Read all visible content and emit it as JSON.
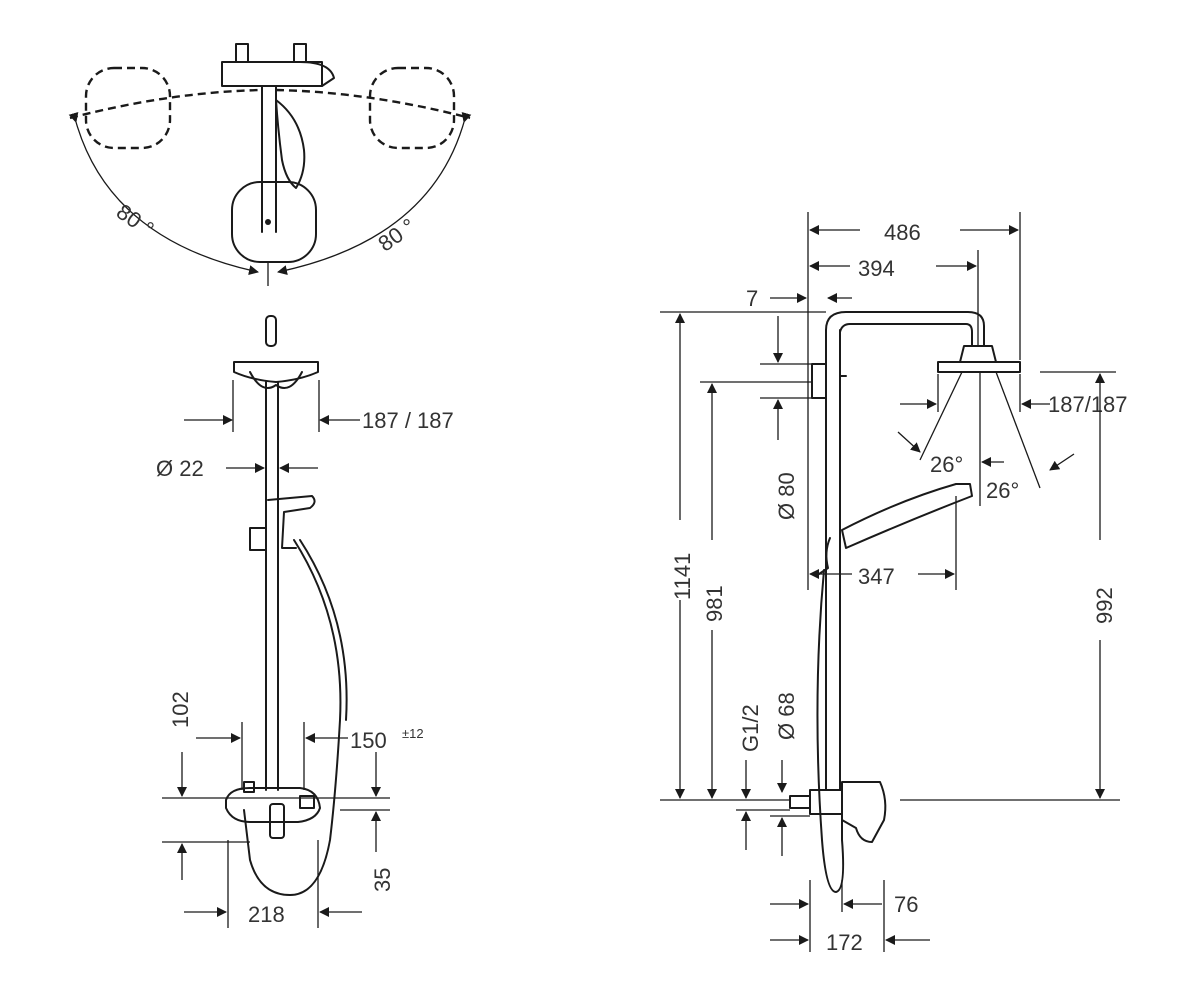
{
  "colors": {
    "line": "#1a1a1a",
    "text": "#333333",
    "background": "#ffffff"
  },
  "top_view": {
    "angle_left": "80 °",
    "angle_right": "80 °"
  },
  "front_view": {
    "dim_shower_head": "187 / 187",
    "dim_pipe_diameter": "Ø 22",
    "dim_height_102": "102",
    "dim_spacing": "150",
    "dim_spacing_tolerance": "±12",
    "dim_height_35": "35",
    "dim_width_218": "218"
  },
  "side_view": {
    "dim_486": "486",
    "dim_394": "394",
    "dim_7": "7",
    "dim_head": "187/187",
    "dim_diameter_80": "Ø 80",
    "dim_angle_1": "26°",
    "dim_angle_2": "26°",
    "dim_347": "347",
    "dim_1141": "1141",
    "dim_981": "981",
    "dim_992": "992",
    "dim_thread": "G1/2",
    "dim_diameter_68": "Ø 68",
    "dim_76": "76",
    "dim_172": "172"
  }
}
